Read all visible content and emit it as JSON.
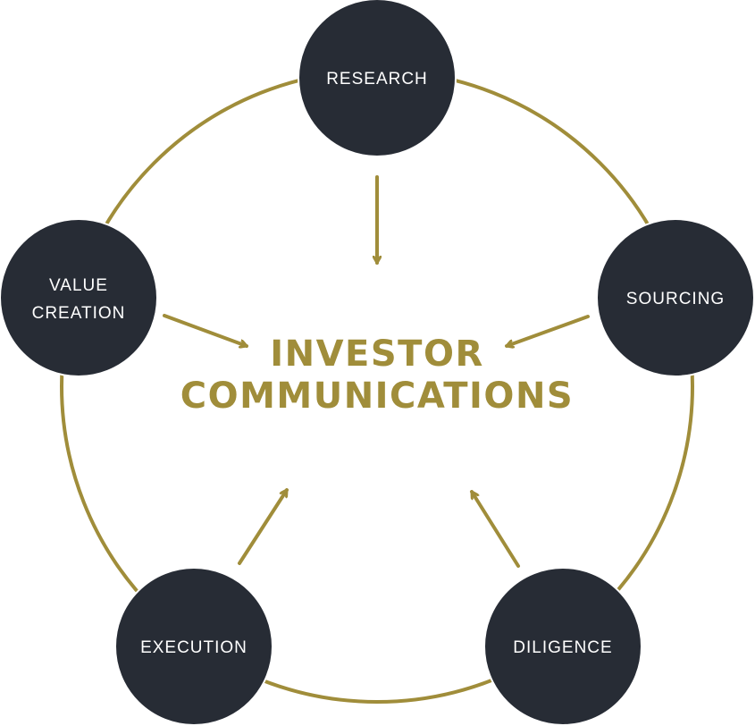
{
  "diagram": {
    "center_title": {
      "line1": "INVESTOR",
      "line2": "COMMUNICATIONS"
    },
    "nodes": {
      "research": {
        "label": "RESEARCH"
      },
      "sourcing": {
        "label": "SOURCING"
      },
      "diligence": {
        "label": "DILIGENCE"
      },
      "execution": {
        "label": "EXECUTION"
      },
      "value_creation": {
        "line1": "VALUE",
        "line2": "CREATION"
      }
    },
    "colors": {
      "accent": "#a08d3a",
      "node_fill": "#272c35",
      "node_text": "#ffffff",
      "background": "#ffffff"
    }
  }
}
